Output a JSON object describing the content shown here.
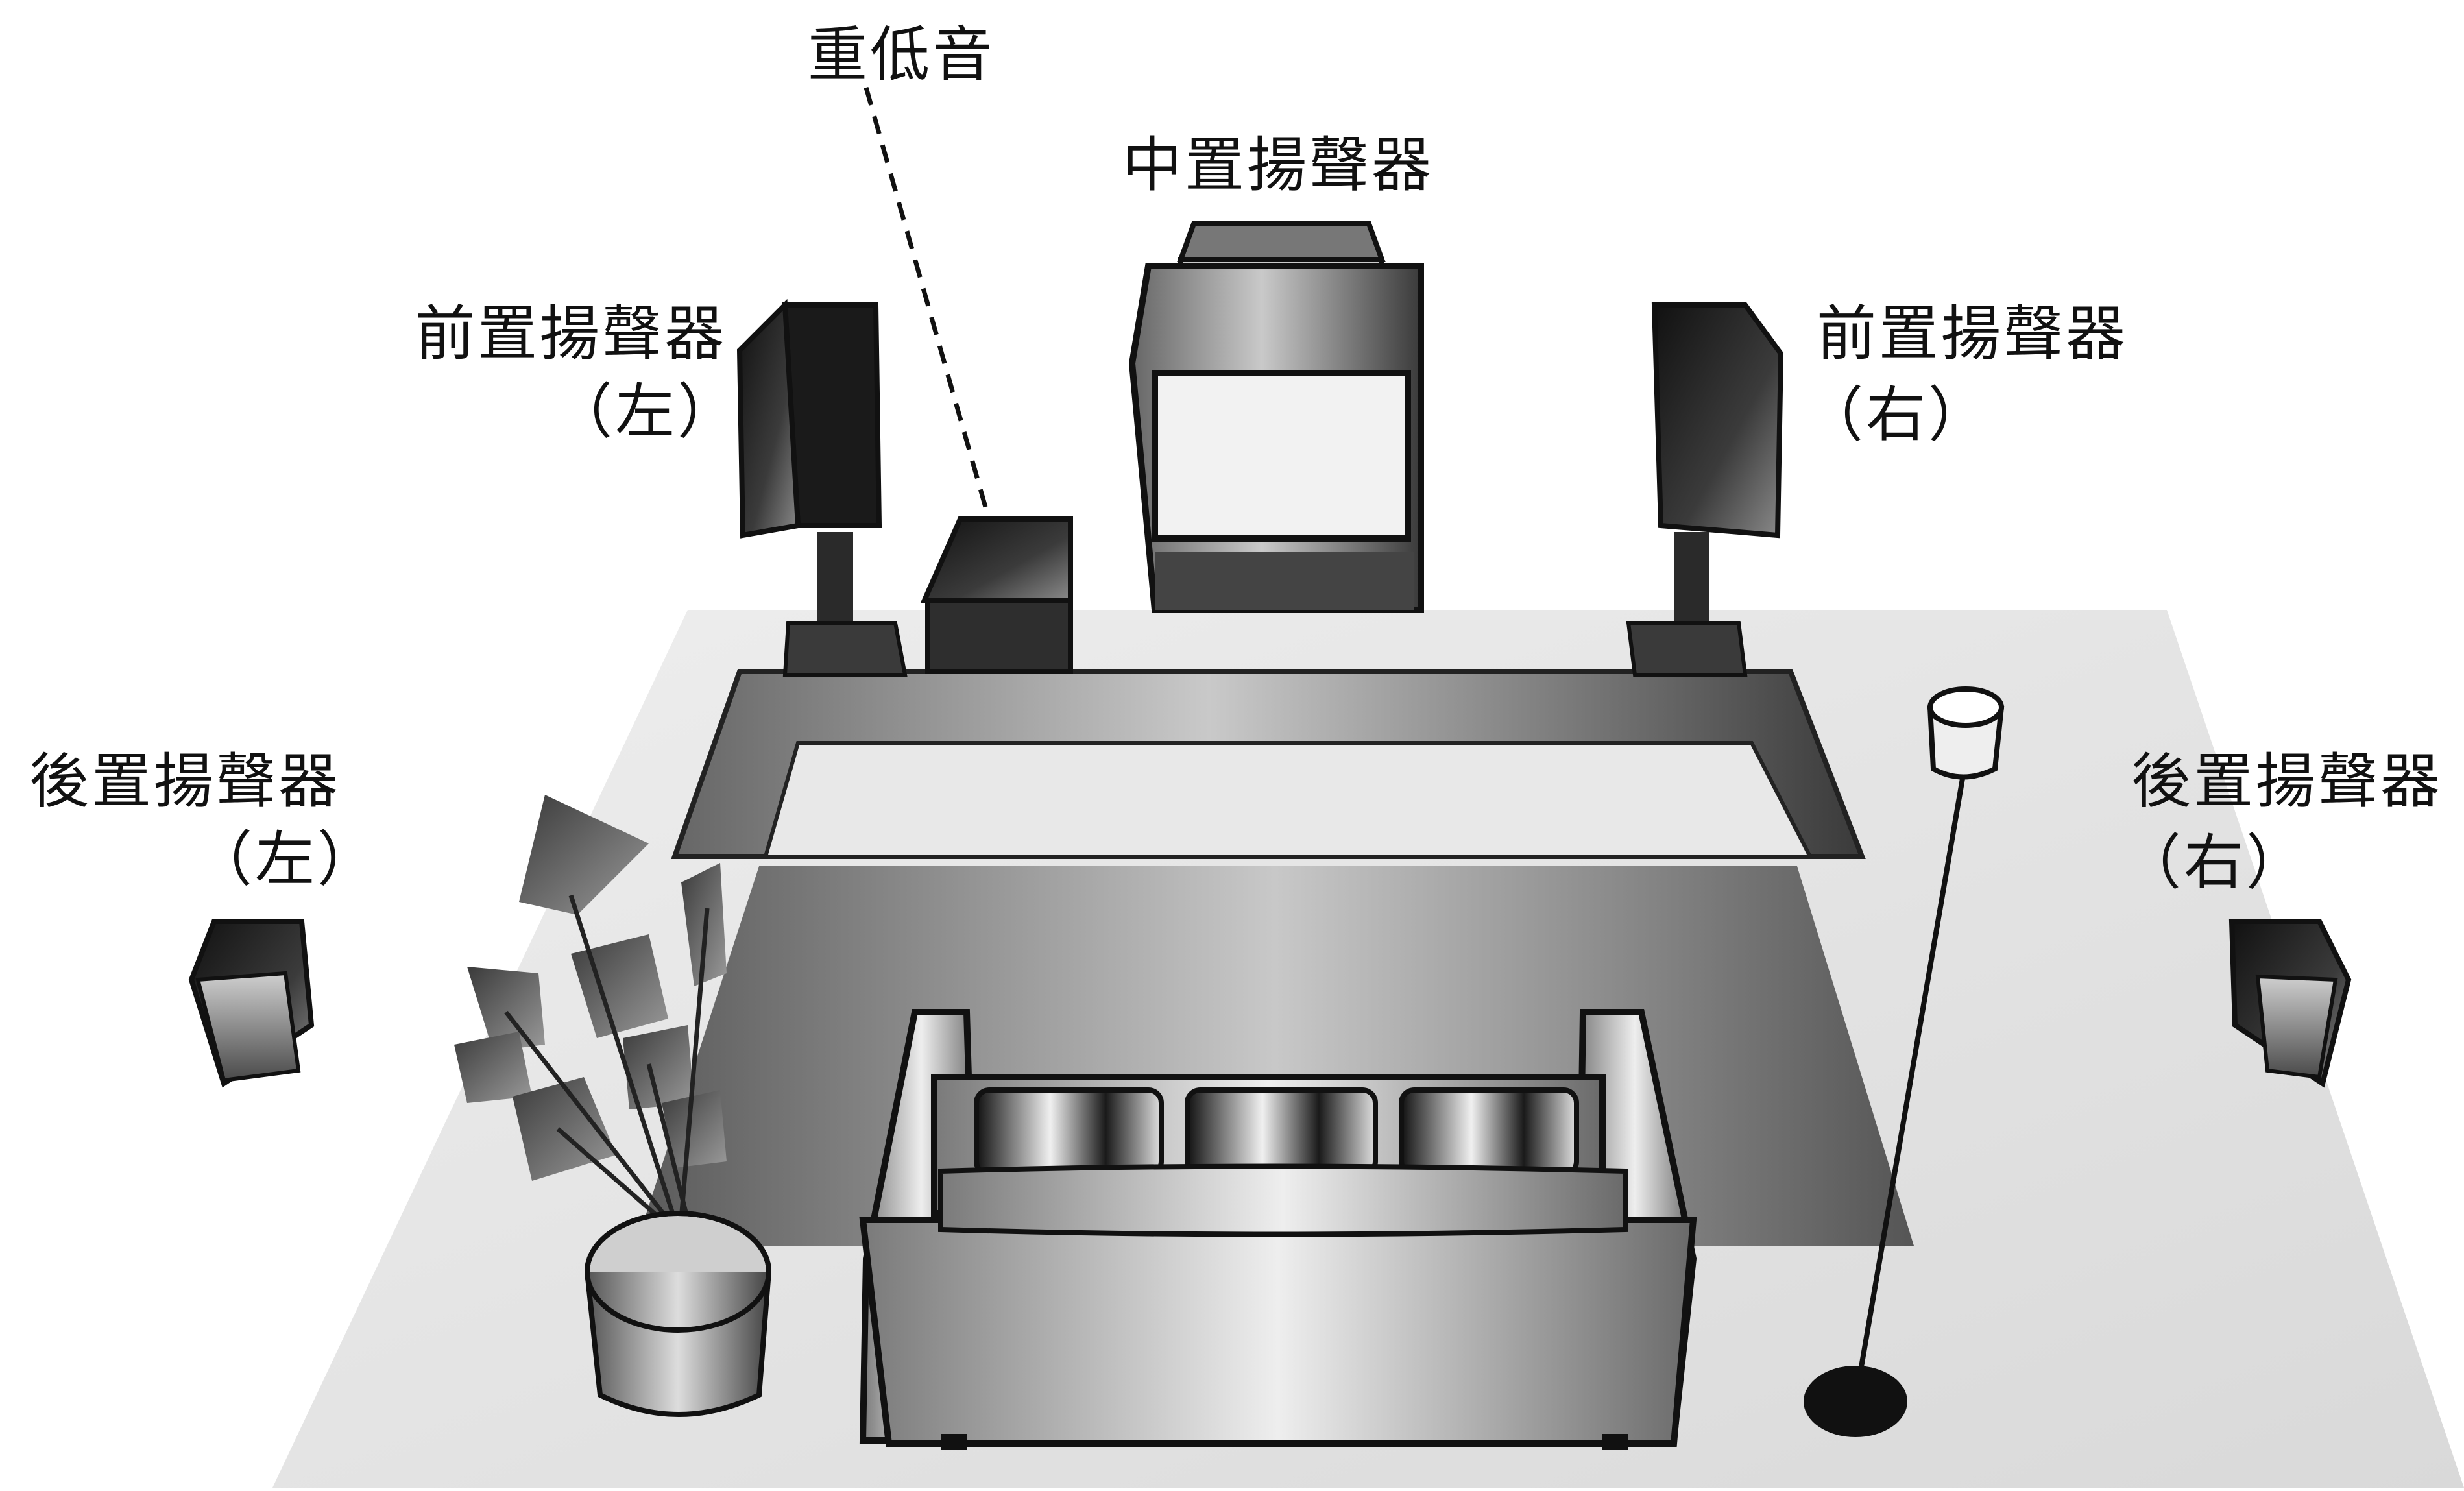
{
  "labels": {
    "subwoofer": "重低音",
    "center": "中置揚聲器",
    "front_left_name": "前置揚聲器",
    "front_left_side": "（左）",
    "front_right_name": "前置揚聲器",
    "front_right_side": "（右）",
    "rear_left_name": "後置揚聲器",
    "rear_left_side": "（左）",
    "rear_right_name": "後置揚聲器",
    "rear_right_side": "（右）"
  },
  "colors": {
    "outline": "#111111",
    "floor": "#e6e6e6",
    "rug": "#8a8a8a",
    "cabinet_dark": "#2a2a2a",
    "background": "#ffffff"
  }
}
